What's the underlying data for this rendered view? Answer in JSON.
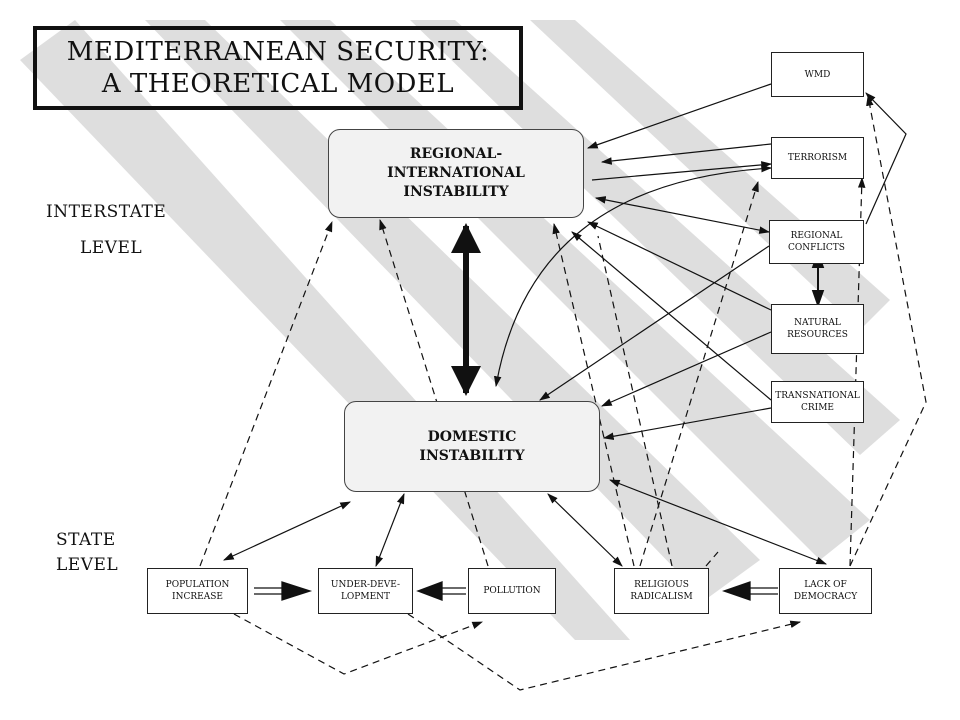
{
  "title": {
    "line1": "MEDITERRANEAN SECURITY:",
    "line2": "A THEORETICAL MODEL"
  },
  "levels": {
    "interstate_1": "INTERSTATE",
    "interstate_2": "LEVEL",
    "state_1": "STATE",
    "state_2": "LEVEL"
  },
  "nodes": {
    "regional_international": [
      "REGIONAL-",
      "INTERNATIONAL",
      "INSTABILITY"
    ],
    "domestic": [
      "DOMESTIC",
      "INSTABILITY"
    ],
    "wmd": [
      "WMD"
    ],
    "terrorism": [
      "TERRORISM"
    ],
    "regional_conflicts": [
      "REGIONAL",
      "CONFLICTS"
    ],
    "natural_resources": [
      "NATURAL",
      "RESOURCES"
    ],
    "transnational_crime": [
      "TRANSNATIONAL",
      "CRIME"
    ],
    "population_increase": [
      "POPULATION",
      "INCREASE"
    ],
    "underdevelopment": [
      "UNDER-DEVE-",
      "LOPMENT"
    ],
    "pollution": [
      "POLLUTION"
    ],
    "religious_radicalism": [
      "RELIGIOUS",
      "RADICALISM"
    ],
    "lack_of_democracy": [
      "LACK OF",
      "DEMOCRACY"
    ]
  }
}
